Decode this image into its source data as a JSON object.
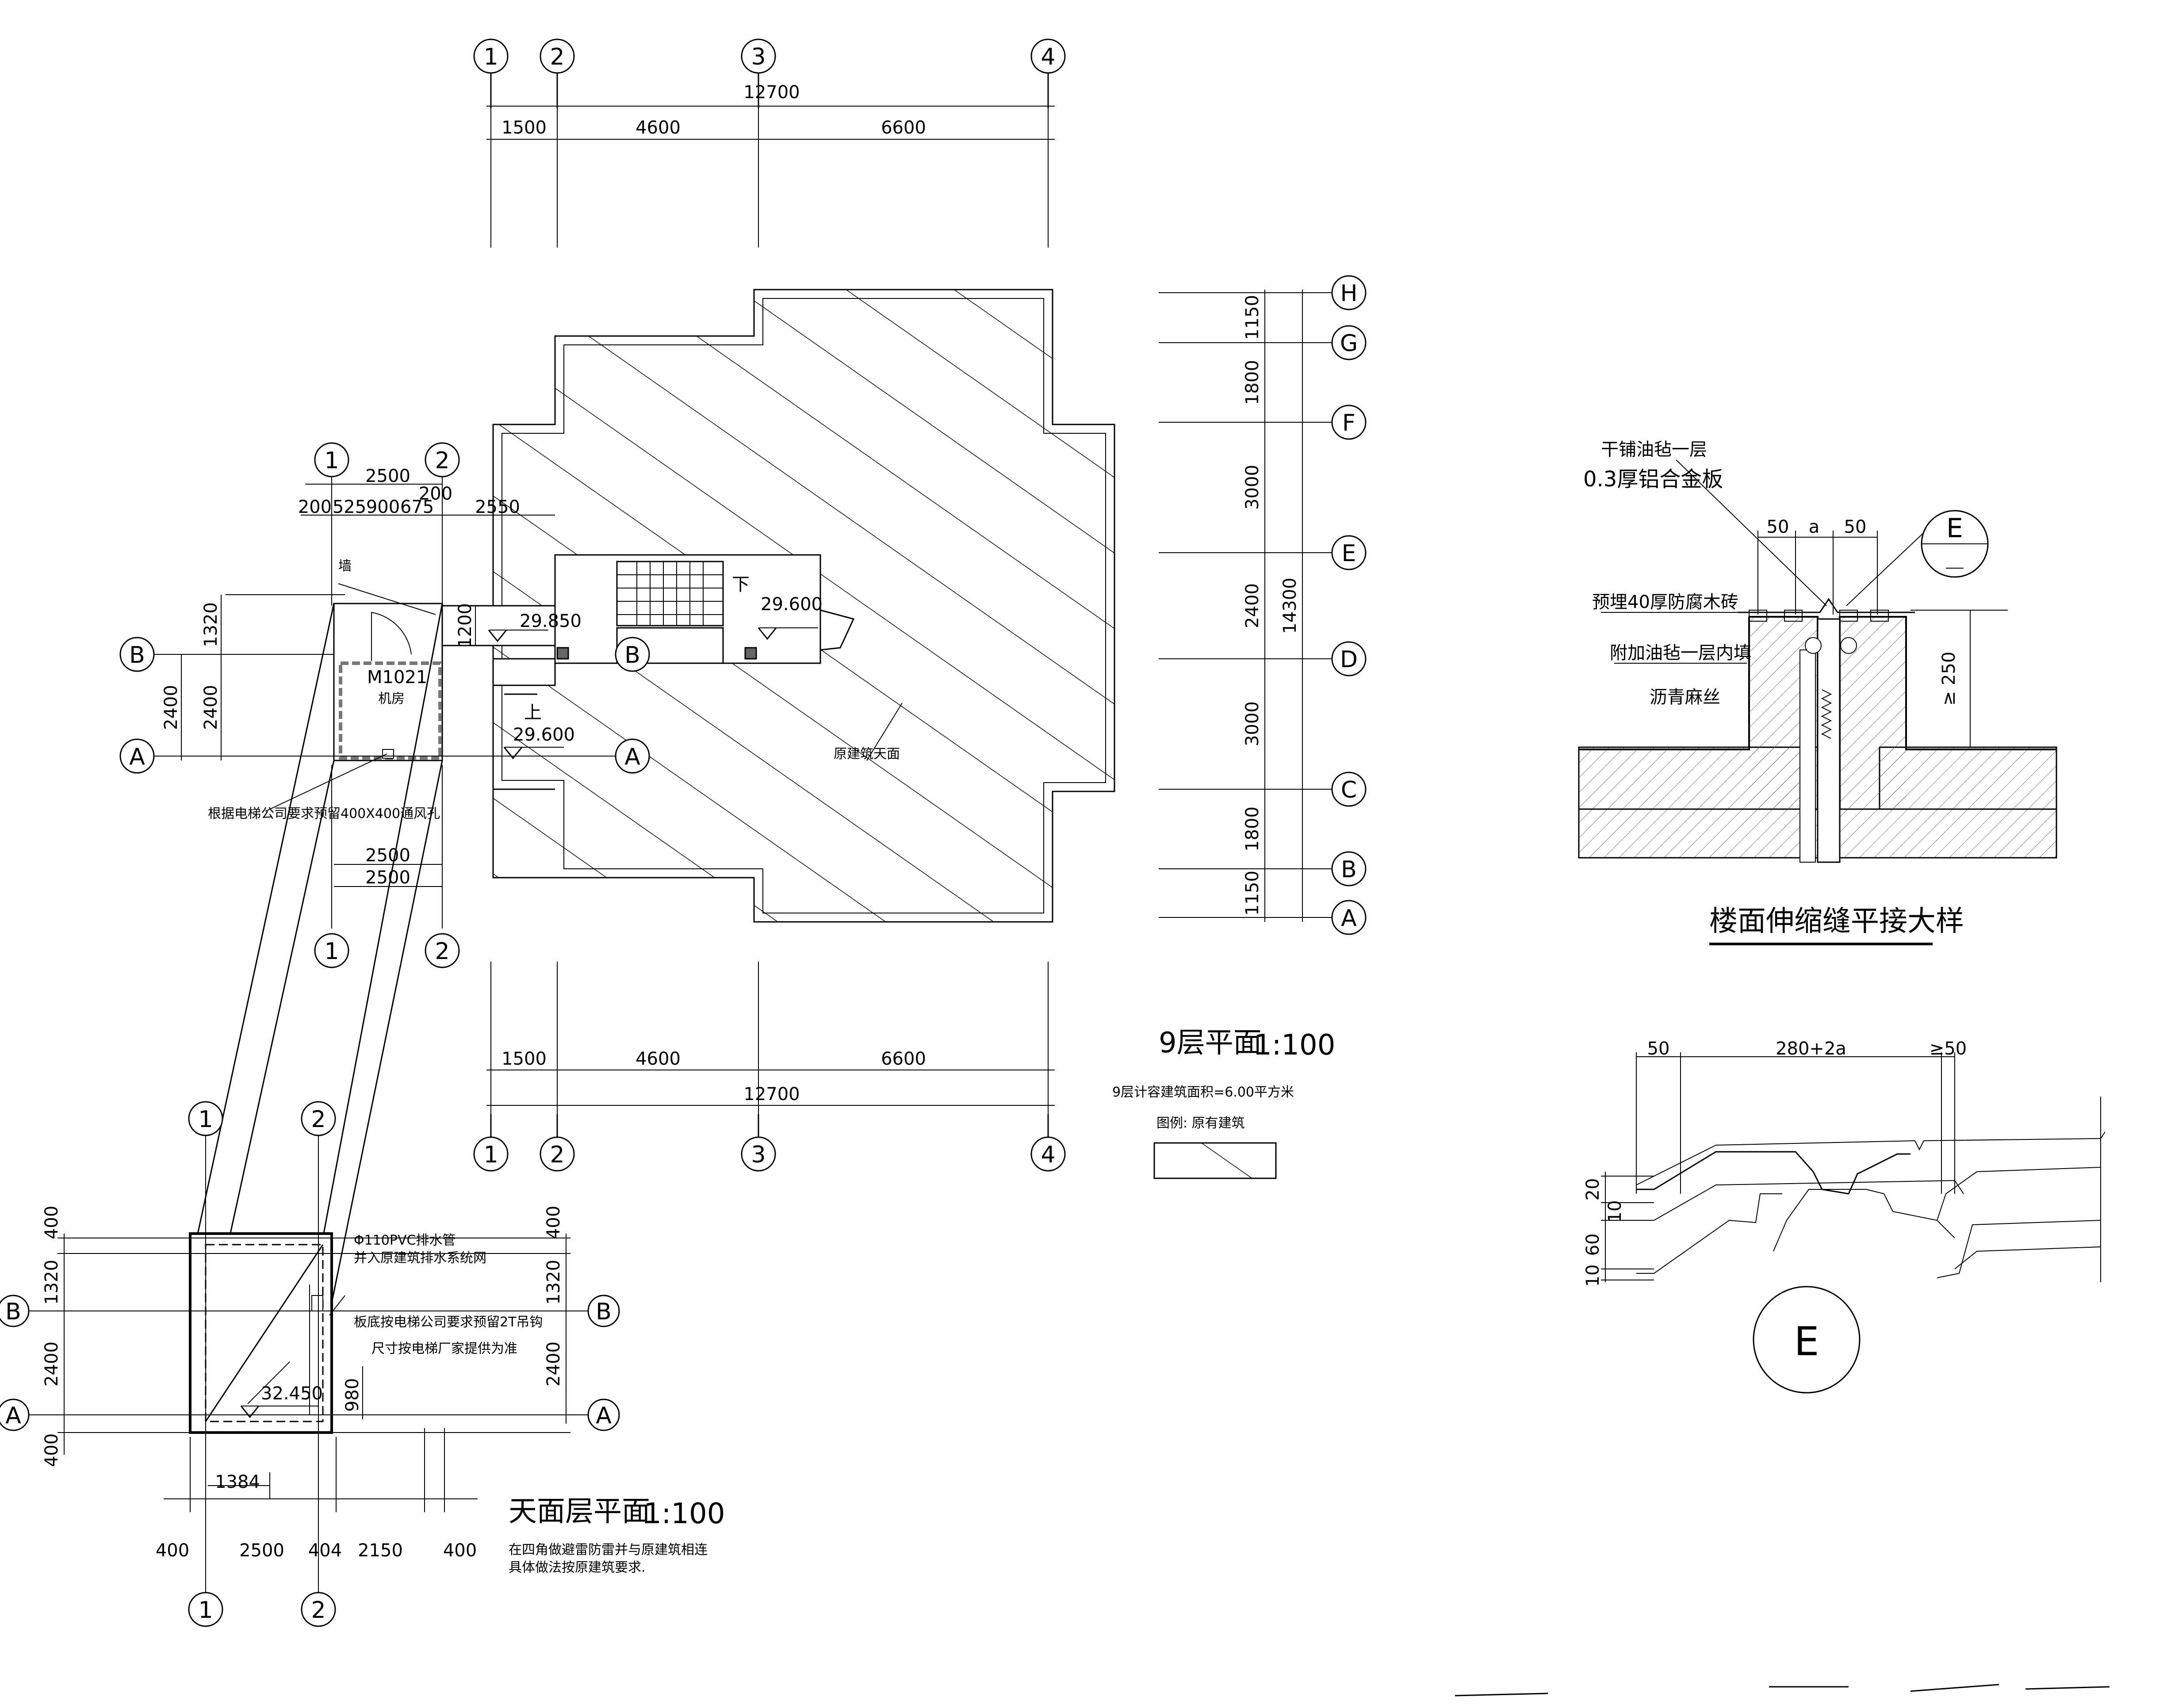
{
  "plan9": {
    "title": "9层平面",
    "scale": "1:100",
    "note": "9层计容建筑面积=6.00平方米",
    "legend_label": "图例: 原有建筑",
    "total_dim": "12700",
    "dims_top": [
      "1500",
      "4600",
      "6600"
    ],
    "dims_bottom": [
      "1500",
      "4600",
      "6600"
    ],
    "dims_right": [
      "1150",
      "1800",
      "3000",
      "2400",
      "3000",
      "1800",
      "1150"
    ],
    "total_right": "14300",
    "axes_x": [
      "1",
      "2",
      "3",
      "4"
    ],
    "axes_y": [
      "H",
      "G",
      "F",
      "E",
      "D",
      "C",
      "B",
      "A"
    ],
    "elev_1": "29.850",
    "elev_2": "29.600",
    "elev_3": "29.600",
    "down": "下",
    "up": "上",
    "existing_label": "原建筑天面",
    "room_door": "M1021",
    "room_name": "机房",
    "room_note": "根据电梯公司要求预留400X400通风孔",
    "wall_note": "墙",
    "dims_room_top": [
      "2500",
      "200",
      "525",
      "900",
      "675",
      "200",
      "2550"
    ],
    "dims_room_left": [
      "1320",
      "2400",
      "1200"
    ],
    "dims_room_bottom": [
      "2500",
      "2500"
    ]
  },
  "roof": {
    "title": "天面层平面",
    "scale": "1:100",
    "note1": "在四角做避雷防雷并与原建筑相连",
    "note2": "具体做法按原建筑要求.",
    "pipe1": "Φ110PVC排水管",
    "pipe2": "并入原建筑排水系统网",
    "hook1": "板底按电梯公司要求预留2T吊钩",
    "hook2": "尺寸按电梯厂家提供为准",
    "elev": "32.450",
    "dims_bottom": [
      "400",
      "2500",
      "404",
      "2150",
      "400"
    ],
    "dim_1384": "1384",
    "dim_980": "980",
    "dims_left": [
      "400",
      "1320",
      "2400",
      "400"
    ],
    "dims_right": [
      "400",
      "1320",
      "2400"
    ],
    "axes": [
      "1",
      "2",
      "B",
      "A"
    ]
  },
  "joint_detail": {
    "title": "楼面伸缩缝平接大样",
    "label1": "干铺油毡一层",
    "label2": "0.3厚铝合金板",
    "label3": "预埋40厚防腐木砖",
    "label4": "附加油毡一层内填",
    "label5": "沥青麻丝",
    "dim_50a": "50",
    "dim_a": "a",
    "dim_50b": "50",
    "dim_250": "≥ 250",
    "callout": "E"
  },
  "detail_e": {
    "dim_50": "50",
    "dim_mid": "280+2a",
    "dim_ge50": "≥50",
    "dims_left": [
      "20",
      "10",
      "60",
      "10"
    ],
    "callout": "E"
  }
}
